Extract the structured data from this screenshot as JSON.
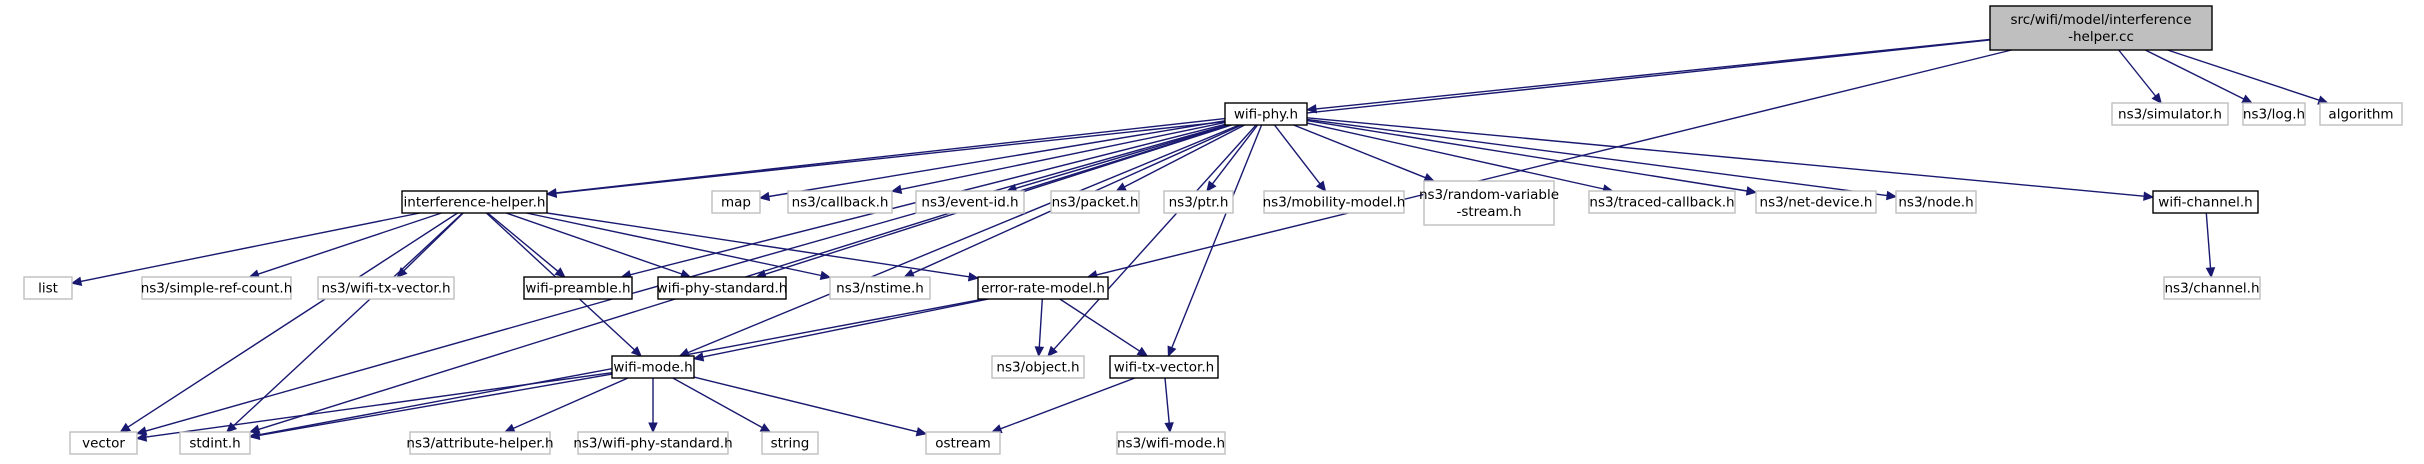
{
  "colors": {
    "edge": "#191970",
    "root_fill": "#bfbfbf",
    "box_bold": "#000000",
    "box_external": "#bfbfbf",
    "background": "#ffffff"
  },
  "nodes": [
    {
      "id": "root",
      "lines": [
        "src/wifi/model/interference",
        "-helper.cc"
      ],
      "kind": "root"
    },
    {
      "id": "wifiphy",
      "lines": [
        "wifi-phy.h"
      ],
      "kind": "local"
    },
    {
      "id": "simulator",
      "lines": [
        "ns3/simulator.h"
      ],
      "kind": "external"
    },
    {
      "id": "log",
      "lines": [
        "ns3/log.h"
      ],
      "kind": "external"
    },
    {
      "id": "algorithm",
      "lines": [
        "algorithm"
      ],
      "kind": "external"
    },
    {
      "id": "ih",
      "lines": [
        "interference-helper.h"
      ],
      "kind": "local"
    },
    {
      "id": "map",
      "lines": [
        "map"
      ],
      "kind": "external"
    },
    {
      "id": "callback",
      "lines": [
        "ns3/callback.h"
      ],
      "kind": "external"
    },
    {
      "id": "eventid",
      "lines": [
        "ns3/event-id.h"
      ],
      "kind": "external"
    },
    {
      "id": "packet",
      "lines": [
        "ns3/packet.h"
      ],
      "kind": "external"
    },
    {
      "id": "ptr",
      "lines": [
        "ns3/ptr.h"
      ],
      "kind": "external"
    },
    {
      "id": "mobility",
      "lines": [
        "ns3/mobility-model.h"
      ],
      "kind": "external"
    },
    {
      "id": "rvs",
      "lines": [
        "ns3/random-variable",
        "-stream.h"
      ],
      "kind": "external"
    },
    {
      "id": "traced",
      "lines": [
        "ns3/traced-callback.h"
      ],
      "kind": "external"
    },
    {
      "id": "netdevice",
      "lines": [
        "ns3/net-device.h"
      ],
      "kind": "external"
    },
    {
      "id": "node",
      "lines": [
        "ns3/node.h"
      ],
      "kind": "external"
    },
    {
      "id": "wchan",
      "lines": [
        "wifi-channel.h"
      ],
      "kind": "local"
    },
    {
      "id": "list",
      "lines": [
        "list"
      ],
      "kind": "external"
    },
    {
      "id": "src",
      "lines": [
        "ns3/simple-ref-count.h"
      ],
      "kind": "external"
    },
    {
      "id": "wtvx",
      "lines": [
        "ns3/wifi-tx-vector.h"
      ],
      "kind": "external"
    },
    {
      "id": "wpre",
      "lines": [
        "wifi-preamble.h"
      ],
      "kind": "local"
    },
    {
      "id": "wps",
      "lines": [
        "wifi-phy-standard.h"
      ],
      "kind": "local"
    },
    {
      "id": "nstime",
      "lines": [
        "ns3/nstime.h"
      ],
      "kind": "external"
    },
    {
      "id": "erm",
      "lines": [
        "error-rate-model.h"
      ],
      "kind": "local"
    },
    {
      "id": "chan",
      "lines": [
        "ns3/channel.h"
      ],
      "kind": "external"
    },
    {
      "id": "object",
      "lines": [
        "ns3/object.h"
      ],
      "kind": "external"
    },
    {
      "id": "wtv",
      "lines": [
        "wifi-tx-vector.h"
      ],
      "kind": "local"
    },
    {
      "id": "wmode",
      "lines": [
        "wifi-mode.h"
      ],
      "kind": "local"
    },
    {
      "id": "vector",
      "lines": [
        "vector"
      ],
      "kind": "external"
    },
    {
      "id": "stdint",
      "lines": [
        "stdint.h"
      ],
      "kind": "external"
    },
    {
      "id": "attr",
      "lines": [
        "ns3/attribute-helper.h"
      ],
      "kind": "external"
    },
    {
      "id": "wps3",
      "lines": [
        "ns3/wifi-phy-standard.h"
      ],
      "kind": "external"
    },
    {
      "id": "string",
      "lines": [
        "string"
      ],
      "kind": "external"
    },
    {
      "id": "ostream",
      "lines": [
        "ostream"
      ],
      "kind": "external"
    },
    {
      "id": "wmode3",
      "lines": [
        "ns3/wifi-mode.h"
      ],
      "kind": "external"
    }
  ],
  "edges": [
    [
      "root",
      "wifiphy"
    ],
    [
      "root",
      "simulator"
    ],
    [
      "root",
      "log"
    ],
    [
      "root",
      "algorithm"
    ],
    [
      "root",
      "ih"
    ],
    [
      "root",
      "erm"
    ],
    [
      "wifiphy",
      "ih"
    ],
    [
      "wifiphy",
      "map"
    ],
    [
      "wifiphy",
      "callback"
    ],
    [
      "wifiphy",
      "eventid"
    ],
    [
      "wifiphy",
      "packet"
    ],
    [
      "wifiphy",
      "ptr"
    ],
    [
      "wifiphy",
      "mobility"
    ],
    [
      "wifiphy",
      "rvs"
    ],
    [
      "wifiphy",
      "traced"
    ],
    [
      "wifiphy",
      "netdevice"
    ],
    [
      "wifiphy",
      "node"
    ],
    [
      "wifiphy",
      "wchan"
    ],
    [
      "wifiphy",
      "wpre"
    ],
    [
      "wifiphy",
      "wps"
    ],
    [
      "wifiphy",
      "nstime"
    ],
    [
      "wifiphy",
      "object"
    ],
    [
      "wifiphy",
      "wtv"
    ],
    [
      "wifiphy",
      "wmode"
    ],
    [
      "wifiphy",
      "stdint"
    ],
    [
      "wifiphy",
      "vector"
    ],
    [
      "ih",
      "list"
    ],
    [
      "ih",
      "src"
    ],
    [
      "ih",
      "wtvx"
    ],
    [
      "ih",
      "wpre"
    ],
    [
      "ih",
      "wps"
    ],
    [
      "ih",
      "nstime"
    ],
    [
      "ih",
      "erm"
    ],
    [
      "ih",
      "wmode"
    ],
    [
      "ih",
      "stdint"
    ],
    [
      "ih",
      "vector"
    ],
    [
      "wchan",
      "chan"
    ],
    [
      "erm",
      "object"
    ],
    [
      "erm",
      "wtv"
    ],
    [
      "erm",
      "wmode"
    ],
    [
      "erm",
      "stdint"
    ],
    [
      "wtv",
      "ostream"
    ],
    [
      "wtv",
      "wmode3"
    ],
    [
      "wmode",
      "vector"
    ],
    [
      "wmode",
      "stdint"
    ],
    [
      "wmode",
      "attr"
    ],
    [
      "wmode",
      "wps3"
    ],
    [
      "wmode",
      "string"
    ],
    [
      "wmode",
      "ostream"
    ]
  ]
}
